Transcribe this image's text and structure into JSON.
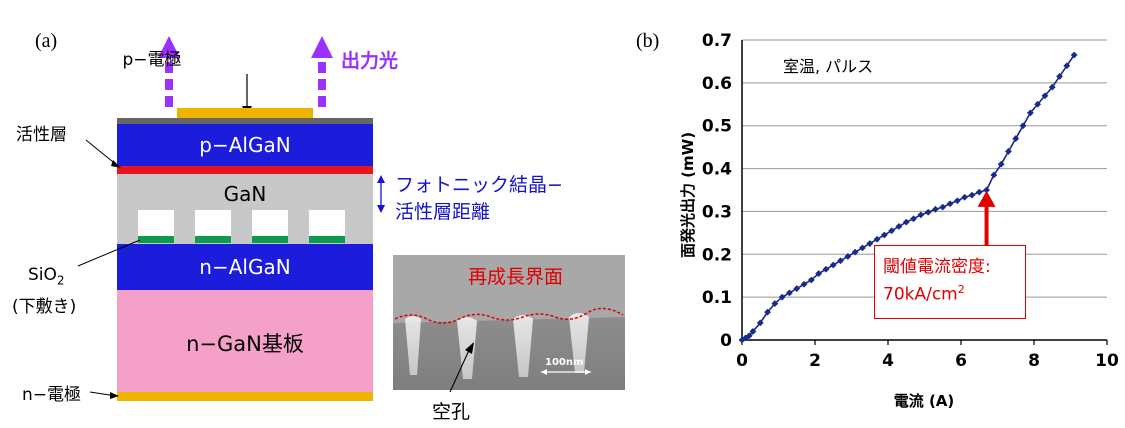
{
  "panel_a": {
    "label": "(a)",
    "p_electrode": "p−電極",
    "output_light": "出力光",
    "active_layer": "活性層",
    "p_algan": "p−AlGaN",
    "gan": "GaN",
    "distance_label_1": "フォトニック結晶−",
    "distance_label_2": "活性層距離",
    "sio2_main": "SiO",
    "sio2_sub": "2",
    "sio2_note": "(下敷き)",
    "n_algan": "n−AlGaN",
    "substrate": "n−GaN基板",
    "n_electrode": "n−電極",
    "regrowth_interface": "再成長界面",
    "scale_bar": "100nm",
    "void": "空孔",
    "colors": {
      "algan": "#1c1cdc",
      "active": "#e8141e",
      "gan": "#c8c8c8",
      "substrate": "#f5a0c8",
      "electrode": "#f0b400",
      "sio2": "#0c9c50",
      "arrow": "#9b30ff",
      "annotation_blue": "#1414c8",
      "annotation_red": "#e00000"
    }
  },
  "panel_b": {
    "label": "(b)",
    "condition": "室温, パルス",
    "threshold_line1": "閾値電流密度:",
    "threshold_line2_main": "70kA/cm",
    "threshold_line2_sup": "2",
    "colors": {
      "line": "#1a2a8c",
      "grid": "#999999",
      "callout": "#e00000"
    }
  },
  "chart_data": {
    "type": "line",
    "xlabel": "電流 (A)",
    "ylabel": "面発光出力 (mW)",
    "xlim": [
      0,
      10
    ],
    "ylim": [
      0,
      0.7
    ],
    "xticks": [
      0,
      2,
      4,
      6,
      8,
      10
    ],
    "yticks": [
      0,
      0.1,
      0.2,
      0.3,
      0.4,
      0.5,
      0.6,
      0.7
    ],
    "x_tick_labels": [
      "0",
      "2",
      "4",
      "6",
      "8",
      "10"
    ],
    "y_tick_labels": [
      "0",
      "0.1",
      "0.2",
      "0.3",
      "0.4",
      "0.5",
      "0.6",
      "0.7"
    ],
    "grid": "horizontal",
    "threshold_x": 6.7,
    "series": [
      {
        "x": [
          0,
          0.1,
          0.2,
          0.3,
          0.5,
          0.7,
          0.9,
          1.1,
          1.3,
          1.5,
          1.7,
          1.9,
          2.1,
          2.3,
          2.5,
          2.7,
          2.9,
          3.1,
          3.3,
          3.5,
          3.7,
          3.9,
          4.1,
          4.3,
          4.5,
          4.7,
          4.9,
          5.1,
          5.3,
          5.5,
          5.7,
          5.9,
          6.1,
          6.3,
          6.5,
          6.7,
          6.9,
          7.1,
          7.3,
          7.5,
          7.7,
          7.9,
          8.1,
          8.3,
          8.5,
          8.7,
          8.9,
          9.1
        ],
        "y": [
          0.0,
          0.005,
          0.01,
          0.02,
          0.04,
          0.065,
          0.085,
          0.1,
          0.11,
          0.12,
          0.13,
          0.14,
          0.155,
          0.165,
          0.175,
          0.185,
          0.195,
          0.205,
          0.215,
          0.225,
          0.235,
          0.245,
          0.255,
          0.265,
          0.275,
          0.283,
          0.292,
          0.298,
          0.305,
          0.31,
          0.318,
          0.325,
          0.333,
          0.338,
          0.345,
          0.35,
          0.385,
          0.41,
          0.44,
          0.47,
          0.5,
          0.53,
          0.55,
          0.57,
          0.59,
          0.615,
          0.64,
          0.665
        ]
      }
    ]
  }
}
